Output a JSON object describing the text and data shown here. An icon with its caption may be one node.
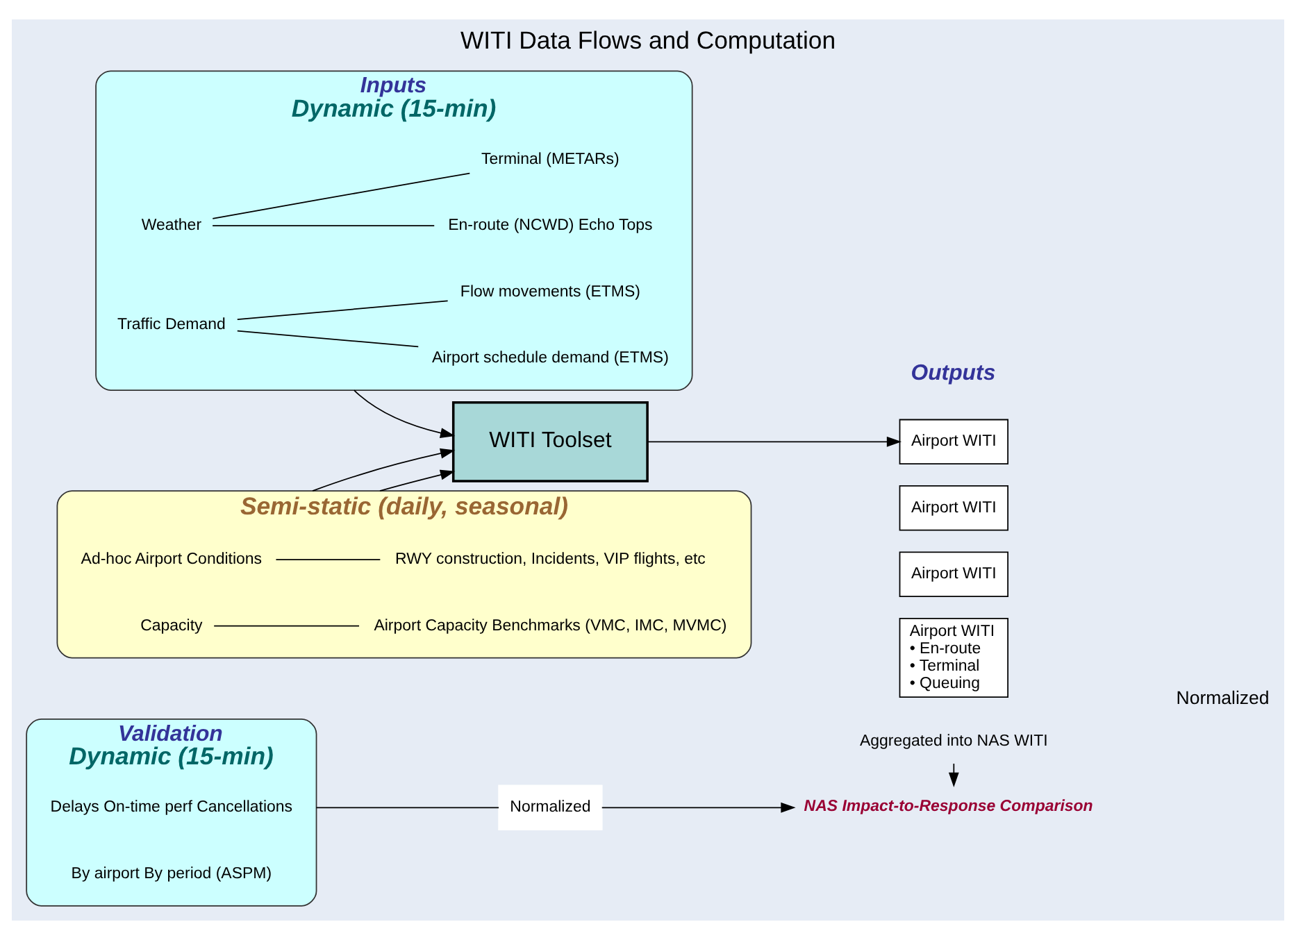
{
  "diagram": {
    "title": "WITI Data Flows and Computation",
    "nodes": [
      {
        "text": [
          "Inputs",
          "Dynamic (15-min)"
        ]
      },
      {
        "text": [
          "Weather"
        ],
        "in": 0
      },
      {
        "text": [
          "En-route (NCWD) Echo Tops"
        ],
        "in": 0
      },
      {
        "text": [
          "Terminal (METARs)"
        ],
        "in": 0
      },
      {
        "text": [
          "Traffic Demand"
        ],
        "in": 0
      },
      {
        "text": [
          "Airport schedule demand (ETMS)"
        ],
        "in": 0
      },
      {
        "text": [
          "Flow movements (ETMS)"
        ],
        "in": 0
      },
      {
        "text": [
          "Semi-static (daily, seasonal)"
        ]
      },
      {
        "text": [
          "Ad-hoc Airport Conditions"
        ],
        "in": 7
      },
      {
        "text": [
          "RWY construction, Incidents, VIP flights, etc"
        ],
        "in": 7
      },
      {
        "text": [
          "Capacity"
        ],
        "in": 7
      },
      {
        "text": [
          "Airport Capacity Benchmarks (VMC, IMC, MVMC)"
        ],
        "in": 7
      },
      {
        "text": [
          "WITI Toolset"
        ]
      },
      {
        "text": [
          "Airport WITI"
        ]
      },
      {
        "text": [
          "Airport WITI"
        ]
      },
      {
        "text": [
          "Airport WITI"
        ]
      },
      {
        "text": [
          "Airport WITI",
          "• En-route",
          "• Terminal",
          "• Queuing"
        ]
      },
      {
        "text": [
          "Aggregated into NAS WITI"
        ]
      },
      {
        "text": [
          "NAS Impact-to-Response Comparison"
        ]
      },
      {
        "text": [
          "Validation",
          "Dynamic (15-min)"
        ]
      },
      {
        "text": [
          "Delays On-time perf Cancellations"
        ],
        "in": 19
      },
      {
        "text": [
          "By airport By period (ASPM)"
        ],
        "in": 19
      },
      {
        "text": [
          "Normalized"
        ]
      }
    ],
    "edges": [
      {
        "from": 1,
        "to": 2,
        "arrow": "none"
      },
      {
        "from": 1,
        "to": 3,
        "arrow": "none"
      },
      {
        "from": 4,
        "to": 5,
        "arrow": "none"
      },
      {
        "from": 4,
        "to": 6,
        "arrow": "none"
      },
      {
        "from": 8,
        "to": 9,
        "arrow": "none"
      },
      {
        "from": 10,
        "to": 11,
        "arrow": "none"
      },
      {
        "from": 0,
        "to": 12,
        "arrow": "to"
      },
      {
        "from": 7,
        "to": 12,
        "arrow": "to"
      },
      {
        "from": 7,
        "to": 12,
        "arrow": "to"
      },
      {
        "from": 12,
        "to": 13,
        "arrow": "to"
      },
      {
        "from": 17,
        "to": 18,
        "arrow": "to"
      },
      {
        "from": 19,
        "to": 22,
        "arrow": "none"
      },
      {
        "from": 22,
        "to": 18,
        "arrow": "to"
      }
    ],
    "labels": [
      "Outputs",
      "Normalized"
    ]
  }
}
